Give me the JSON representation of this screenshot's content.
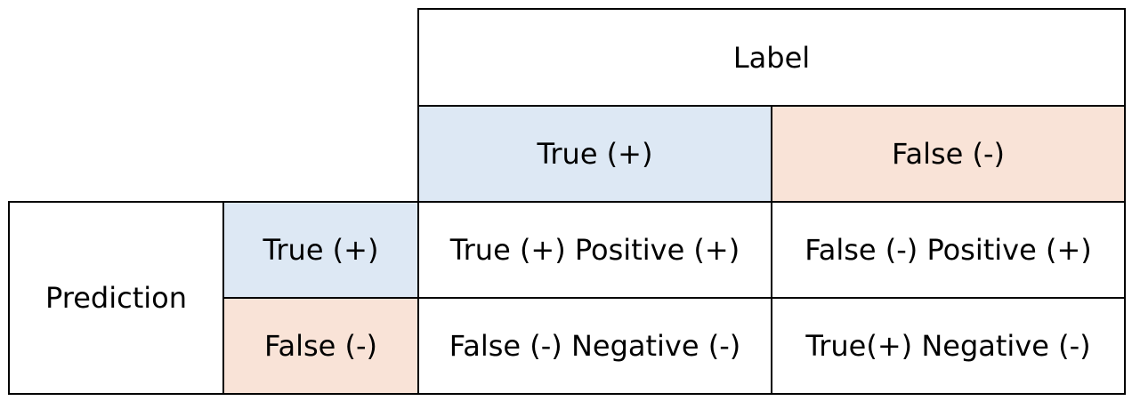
{
  "table": {
    "label_header": "Label",
    "label_true": "True (+)",
    "label_false": "False (-)",
    "prediction_header": "Prediction",
    "prediction_true": "True (+)",
    "prediction_false": "False (-)",
    "cells": {
      "tp": "True (+) Positive (+)",
      "fp": "False (-) Positive (+)",
      "fn": "False (-) Negative (-)",
      "tn": "True(+) Negative (-)"
    }
  },
  "colors": {
    "true_fill": "#dde8f4",
    "false_fill": "#f9e3d7",
    "border": "#000000"
  }
}
